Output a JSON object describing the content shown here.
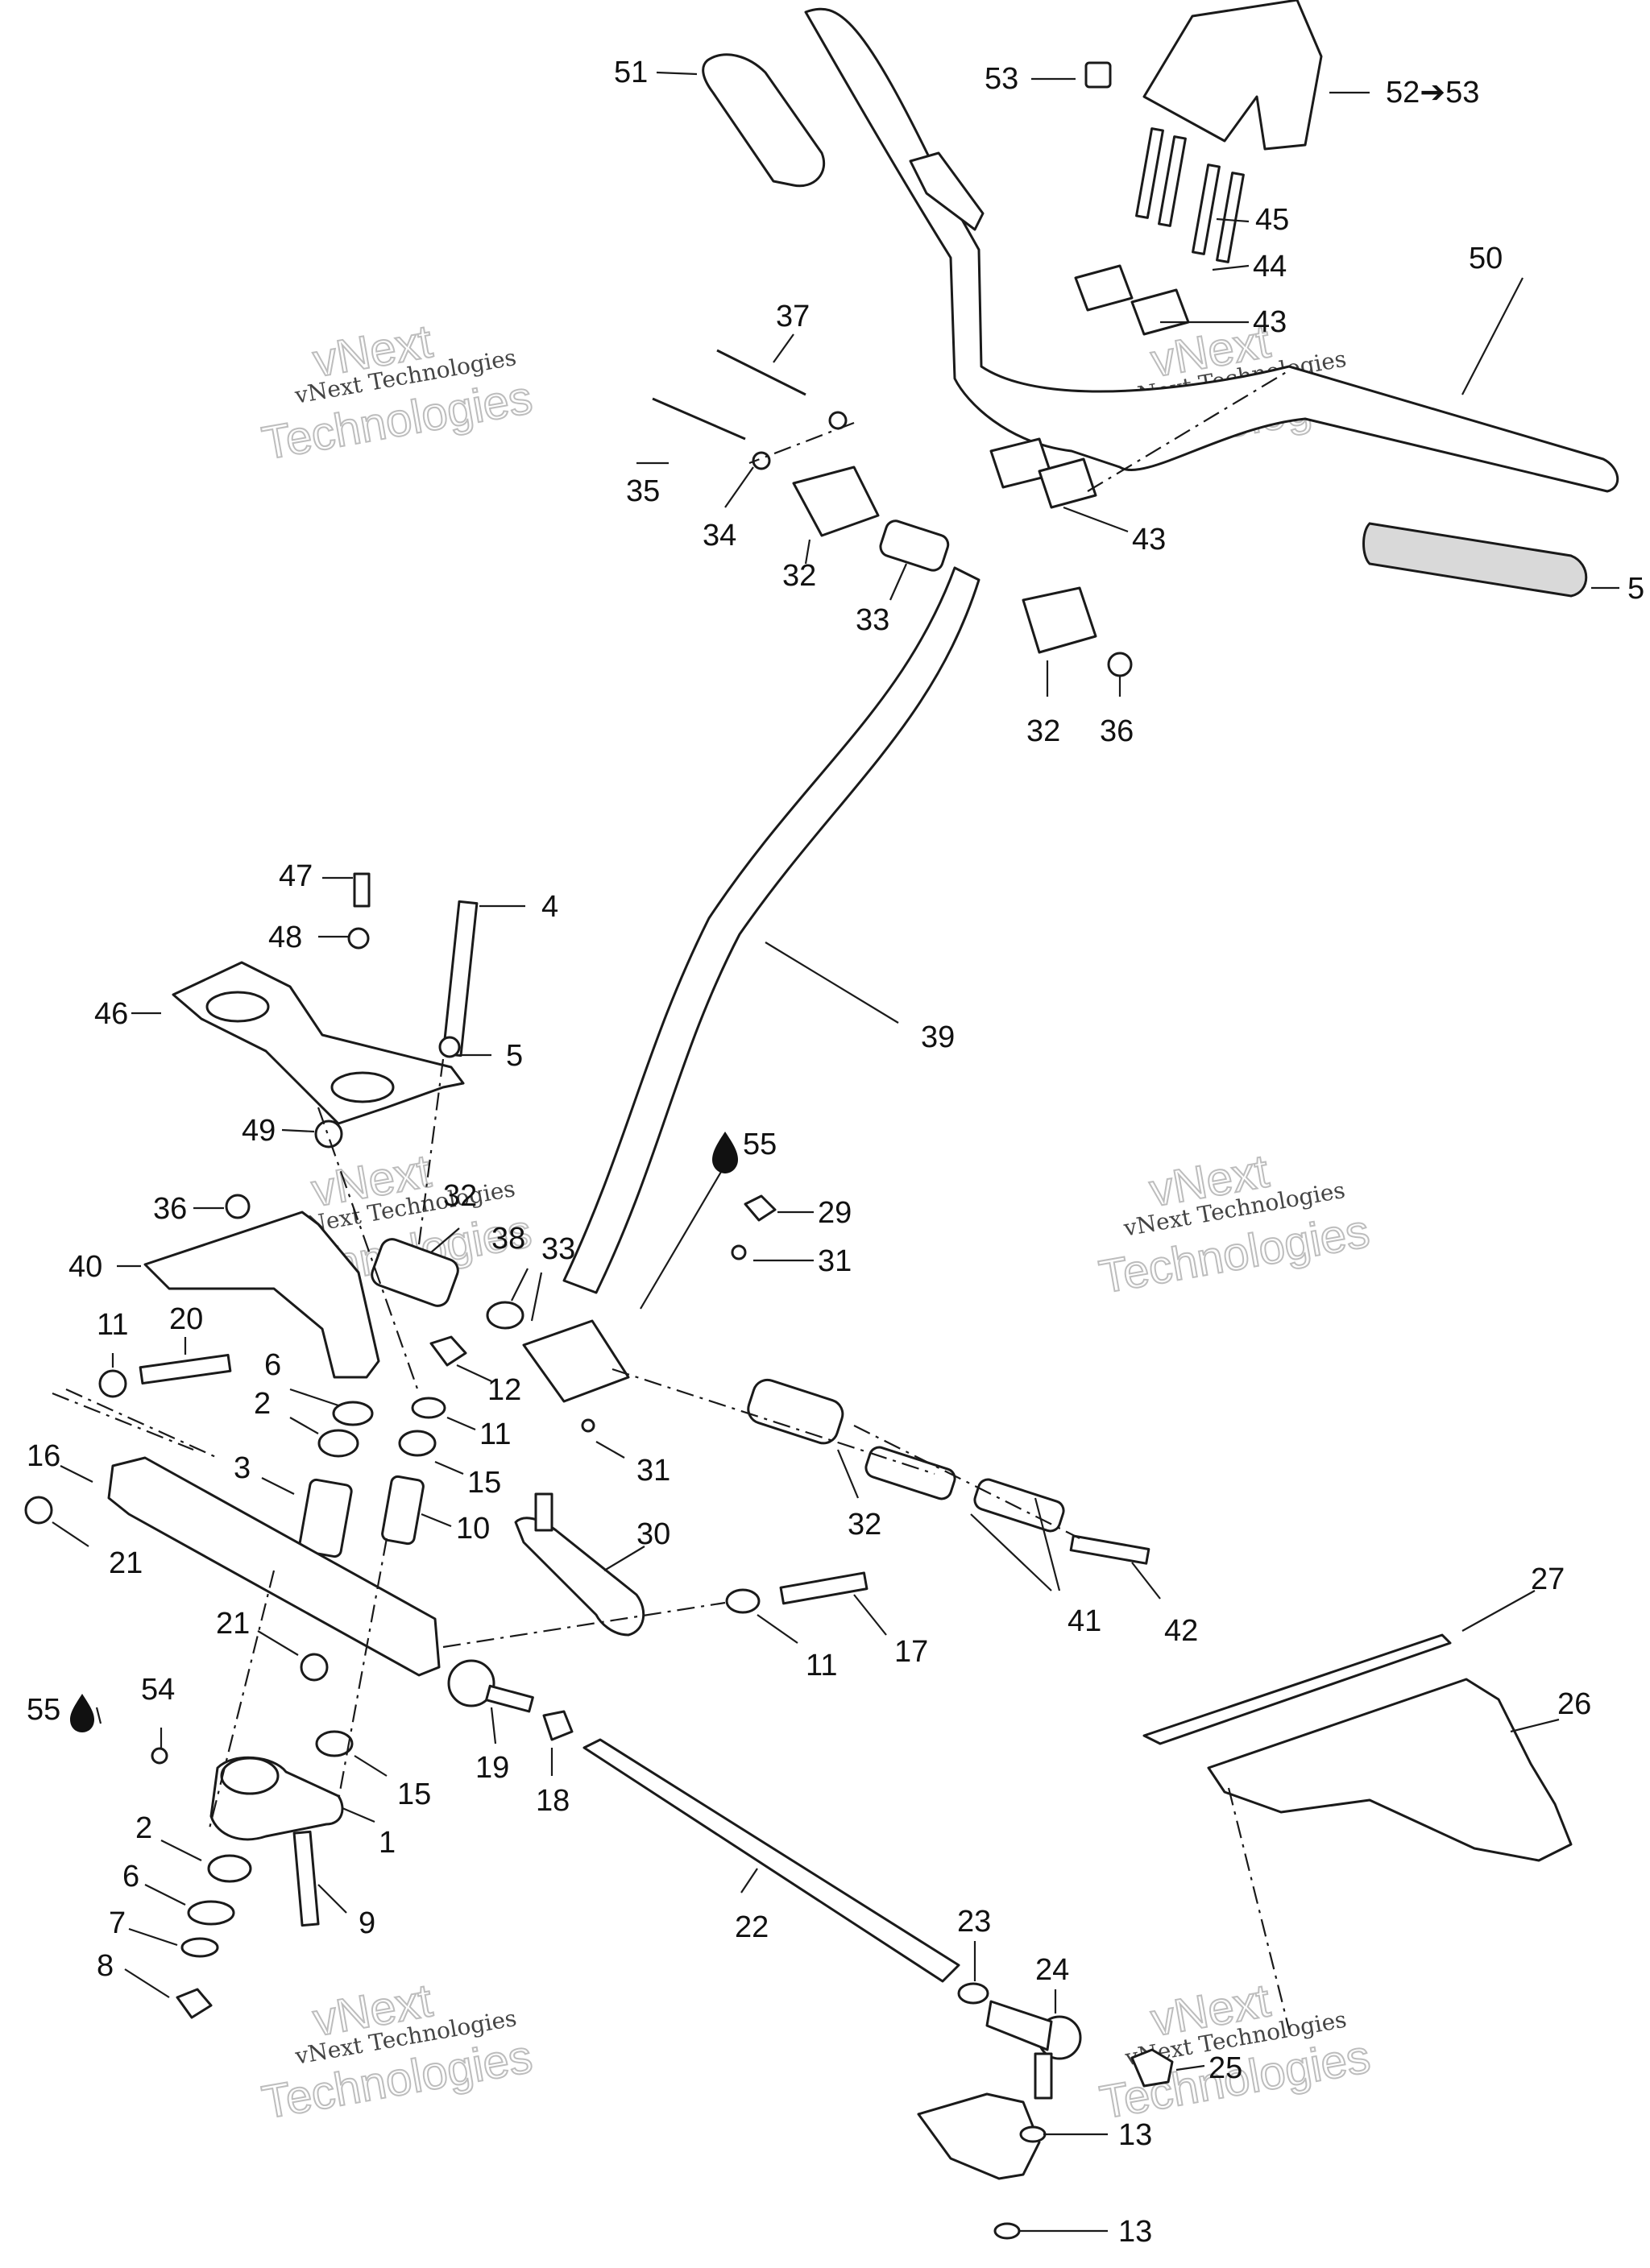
{
  "labels": [
    {
      "id": "l51",
      "text": "51"
    },
    {
      "id": "l53",
      "text": "53"
    },
    {
      "id": "l52",
      "text": "52➔53"
    },
    {
      "id": "l45",
      "text": "45"
    },
    {
      "id": "l44",
      "text": "44"
    },
    {
      "id": "l43a",
      "text": "43"
    },
    {
      "id": "l50",
      "text": "50"
    },
    {
      "id": "l37",
      "text": "37"
    },
    {
      "id": "l35",
      "text": "35"
    },
    {
      "id": "l34",
      "text": "34"
    },
    {
      "id": "l32a",
      "text": "32"
    },
    {
      "id": "l33a",
      "text": "33"
    },
    {
      "id": "l43b",
      "text": "43"
    },
    {
      "id": "l5r",
      "text": "5"
    },
    {
      "id": "l32b",
      "text": "32"
    },
    {
      "id": "l36a",
      "text": "36"
    },
    {
      "id": "l47",
      "text": "47"
    },
    {
      "id": "l4",
      "text": "4"
    },
    {
      "id": "l48",
      "text": "48"
    },
    {
      "id": "l46",
      "text": "46"
    },
    {
      "id": "l5",
      "text": "5"
    },
    {
      "id": "l49",
      "text": "49"
    },
    {
      "id": "l39",
      "text": "39"
    },
    {
      "id": "l55a",
      "text": "55"
    },
    {
      "id": "l36b",
      "text": "36"
    },
    {
      "id": "l32c",
      "text": "32"
    },
    {
      "id": "l38",
      "text": "38"
    },
    {
      "id": "l33b",
      "text": "33"
    },
    {
      "id": "l29",
      "text": "29"
    },
    {
      "id": "l40",
      "text": "40"
    },
    {
      "id": "l31a",
      "text": "31"
    },
    {
      "id": "l11a",
      "text": "11"
    },
    {
      "id": "l20",
      "text": "20"
    },
    {
      "id": "l6a",
      "text": "6"
    },
    {
      "id": "l12",
      "text": "12"
    },
    {
      "id": "l2a",
      "text": "2"
    },
    {
      "id": "l11b",
      "text": "11"
    },
    {
      "id": "l16",
      "text": "16"
    },
    {
      "id": "l3",
      "text": "3"
    },
    {
      "id": "l15a",
      "text": "15"
    },
    {
      "id": "l31b",
      "text": "31"
    },
    {
      "id": "l10",
      "text": "10"
    },
    {
      "id": "l21a",
      "text": "21"
    },
    {
      "id": "l30",
      "text": "30"
    },
    {
      "id": "l32d",
      "text": "32"
    },
    {
      "id": "l41",
      "text": "41"
    },
    {
      "id": "l42",
      "text": "42"
    },
    {
      "id": "l11c",
      "text": "11"
    },
    {
      "id": "l17",
      "text": "17"
    },
    {
      "id": "l21b",
      "text": "21"
    },
    {
      "id": "l27",
      "text": "27"
    },
    {
      "id": "l55b",
      "text": "55"
    },
    {
      "id": "l54",
      "text": "54"
    },
    {
      "id": "l26",
      "text": "26"
    },
    {
      "id": "l19",
      "text": "19"
    },
    {
      "id": "l18",
      "text": "18"
    },
    {
      "id": "l15b",
      "text": "15"
    },
    {
      "id": "l1",
      "text": "1"
    },
    {
      "id": "l2b",
      "text": "2"
    },
    {
      "id": "l6b",
      "text": "6"
    },
    {
      "id": "l9",
      "text": "9"
    },
    {
      "id": "l7",
      "text": "7"
    },
    {
      "id": "l22",
      "text": "22"
    },
    {
      "id": "l8",
      "text": "8"
    },
    {
      "id": "l23",
      "text": "23"
    },
    {
      "id": "l24",
      "text": "24"
    },
    {
      "id": "l25",
      "text": "25"
    },
    {
      "id": "l13a",
      "text": "13"
    },
    {
      "id": "l13b",
      "text": "13"
    }
  ],
  "watermark": {
    "line1": "vNext",
    "line2": "vNext Technologies",
    "line3": "Technologies"
  },
  "icons": {
    "drop": "oil-drop-icon",
    "arrow": "arrow-right-icon"
  },
  "colors": {
    "ink": "#1a1a1a",
    "watermark": "#bdbdbd"
  }
}
